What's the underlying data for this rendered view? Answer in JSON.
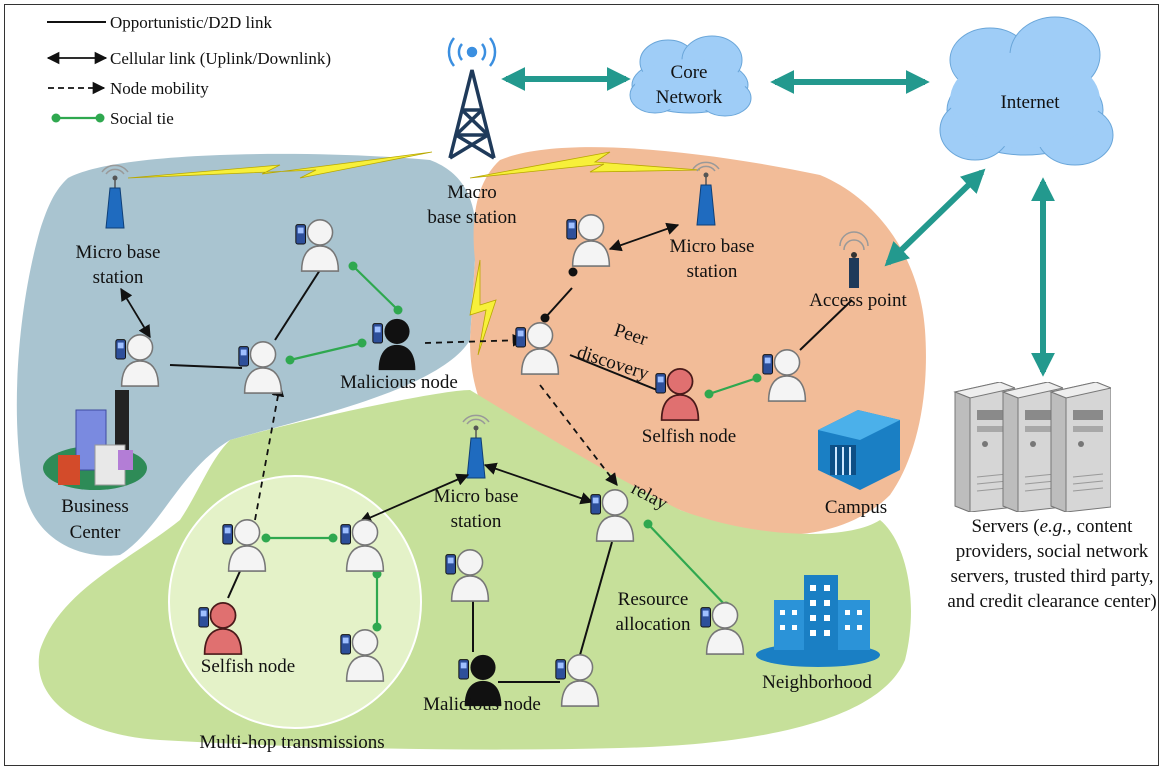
{
  "legend": {
    "d2d": "Opportunistic/D2D link",
    "cellular": "Cellular link (Uplink/Downlink)",
    "mobility": "Node mobility",
    "social": "Social tie"
  },
  "labels": {
    "core1": "Core",
    "core2": "Network",
    "internet": "Internet",
    "macro1": "Macro",
    "macro2": "base station",
    "micro_bc1": "Micro base",
    "micro_bc2": "station",
    "micro_campus1": "Micro base",
    "micro_campus2": "station",
    "micro_nb1": "Micro base",
    "micro_nb2": "station",
    "access_point": "Access point",
    "malicious_top": "Malicious node",
    "malicious_bottom": "Malicious node",
    "selfish_campus": "Selfish node",
    "selfish_multihop": "Selfish node",
    "peer1": "Peer",
    "peer2": "discovery",
    "relay": "relay",
    "resource1": "Resource",
    "resource2": "allocation",
    "business1": "Business",
    "business2": "Center",
    "campus": "Campus",
    "neighborhood": "Neighborhood",
    "multihop": "Multi-hop transmissions",
    "servers1_pre": "Servers (",
    "servers1_eg": "e.g.",
    "servers1_post": ", content",
    "servers2": "providers, social network",
    "servers3": "servers, trusted third party,",
    "servers4": "and credit clearance center)"
  },
  "colors": {
    "business_region": "#a9c4d0",
    "campus_region": "#f2bc98",
    "neighborhood_region": "#c6e09a",
    "multihop_circle": "#e4f2c8",
    "cloud": "#9fcdf7",
    "teal_arrow": "#23998e",
    "tower": "#1f3a5a",
    "social_tie": "#2fa84f",
    "lightning": "#f7f03a",
    "micro_bs": "#1f6bbf",
    "selfish": "#e07070",
    "malicious": "#111111",
    "server": "#c9c9c9"
  }
}
